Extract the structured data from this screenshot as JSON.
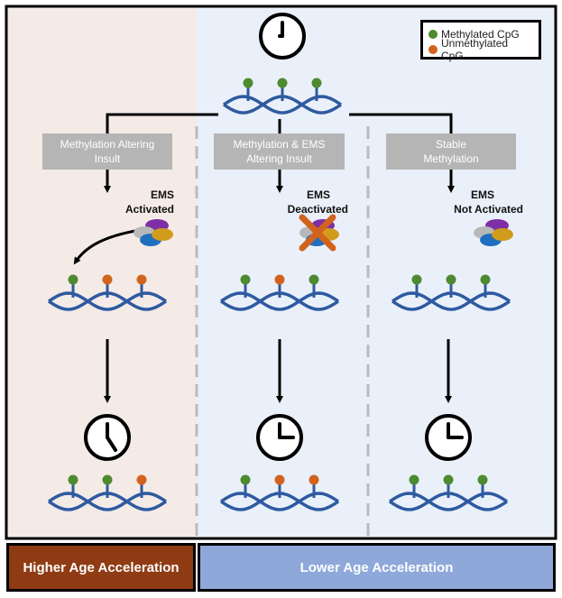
{
  "legend": {
    "methylated": "Methylated CpG",
    "unmethylated": "Unmethylated CpG"
  },
  "insults": {
    "left": "Methylation Altering Insult",
    "middle": "Methylation & EMS Altering Insult",
    "right": "Stable Methylation"
  },
  "ems": {
    "left": [
      "EMS",
      "Activated"
    ],
    "middle": [
      "EMS",
      "Deactivated"
    ],
    "right": [
      "EMS",
      "Not Activated"
    ]
  },
  "footer": {
    "higher": "Higher Age Acceleration",
    "lower": "Lower Age Acceleration"
  },
  "colors": {
    "methylated": "#4e8a2f",
    "unmethylated": "#d2631c",
    "dna": "#2e5aa0",
    "left_panel": "#f4ebe6",
    "right_panel": "#eaf0f9",
    "higher_box": "#8f3b13",
    "lower_box": "#8ea8da",
    "cross": "#d2631c"
  },
  "icons": {
    "clock": "clock-icon",
    "enzyme": "enzyme-complex-icon"
  }
}
